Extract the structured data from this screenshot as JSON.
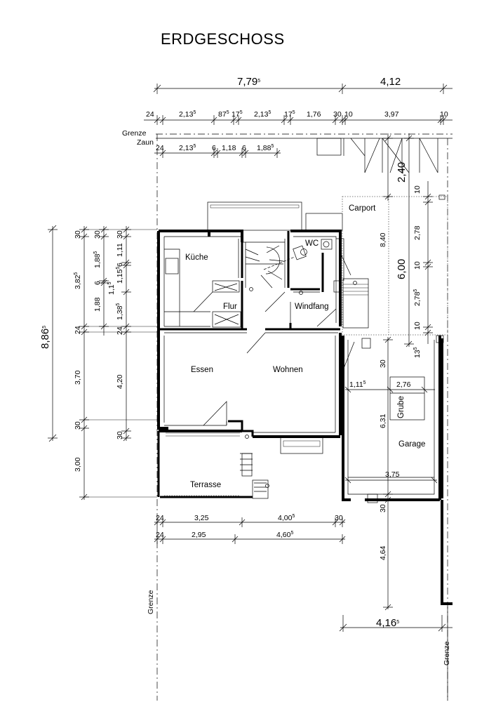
{
  "title": "ERDGESCHOSS",
  "rooms": {
    "kueche": "Küche",
    "flur": "Flur",
    "wc": "WC",
    "windfang": "Windfang",
    "essen": "Essen",
    "wohnen": "Wohnen",
    "terrasse": "Terrasse",
    "carport": "Carport",
    "garage": "Garage",
    "grube": "Grube"
  },
  "boundary": {
    "grenze": "Grenze",
    "zaun": "Zaun",
    "grenze_left": "Grenze",
    "grenze_right": "Grenze"
  },
  "dims_top_overall": {
    "left": {
      "main": "7,79",
      "sup": "5"
    },
    "right": {
      "main": "4,12",
      "sup": ""
    }
  },
  "dims_top_row1": [
    {
      "main": "24",
      "sup": ""
    },
    {
      "main": "2,13",
      "sup": "5"
    },
    {
      "main": "87",
      "sup": "5"
    },
    {
      "main": "17",
      "sup": "5"
    },
    {
      "main": "2,13",
      "sup": "5"
    },
    {
      "main": "17",
      "sup": "5"
    },
    {
      "main": "1,76",
      "sup": ""
    },
    {
      "main": "30",
      "sup": ""
    },
    {
      "main": "10",
      "sup": ""
    },
    {
      "main": "3,97",
      "sup": ""
    },
    {
      "main": "10",
      "sup": ""
    }
  ],
  "dims_top_row2": [
    {
      "main": "24",
      "sup": ""
    },
    {
      "main": "2,13",
      "sup": "5"
    },
    {
      "main": "6",
      "sup": ""
    },
    {
      "main": "1,18",
      "sup": ""
    },
    {
      "main": "6",
      "sup": ""
    },
    {
      "main": "1,88",
      "sup": "5"
    }
  ],
  "dims_left_overall": {
    "main": "8,86",
    "sup": "5"
  },
  "dims_left_col1": [
    {
      "main": "30",
      "sup": ""
    },
    {
      "main": "3,82",
      "sup": "5"
    },
    {
      "main": "24",
      "sup": ""
    },
    {
      "main": "3,70",
      "sup": ""
    },
    {
      "main": "30",
      "sup": ""
    },
    {
      "main": "3,00",
      "sup": ""
    }
  ],
  "dims_left_col2": [
    {
      "main": "30",
      "sup": ""
    },
    {
      "main": "1,88",
      "sup": "5"
    },
    {
      "main": "6",
      "sup": ""
    },
    {
      "main": "1,88",
      "sup": ""
    }
  ],
  "dims_left_col3": [
    {
      "main": "30",
      "sup": ""
    },
    {
      "main": "1,11",
      "sup": ""
    },
    {
      "main": "6",
      "sup": ""
    },
    {
      "main": "1,15",
      "sup": "5"
    },
    {
      "main": "1,1",
      "sup": "5"
    },
    {
      "main": "1,38",
      "sup": "5"
    },
    {
      "main": "24",
      "sup": ""
    },
    {
      "main": "4,20",
      "sup": ""
    },
    {
      "main": "30",
      "sup": ""
    }
  ],
  "dims_carport": [
    {
      "main": "2,40",
      "sup": ""
    },
    {
      "main": "8,40",
      "sup": ""
    },
    {
      "main": "10",
      "sup": ""
    },
    {
      "main": "2,78",
      "sup": ""
    },
    {
      "main": "10",
      "sup": ""
    },
    {
      "main": "2,78",
      "sup": "5"
    },
    {
      "main": "10",
      "sup": ""
    },
    {
      "main": "13",
      "sup": "5"
    },
    {
      "main": "6,00",
      "sup": ""
    }
  ],
  "dims_garage": [
    {
      "main": "30",
      "sup": ""
    },
    {
      "main": "1,11",
      "sup": "5"
    },
    {
      "main": "2,76",
      "sup": ""
    },
    {
      "main": "6,31",
      "sup": ""
    },
    {
      "main": "3,75",
      "sup": ""
    },
    {
      "main": "30",
      "sup": ""
    },
    {
      "main": "4,64",
      "sup": ""
    }
  ],
  "dims_bottom_row1": [
    {
      "main": "24",
      "sup": ""
    },
    {
      "main": "3,25",
      "sup": ""
    },
    {
      "main": "4,00",
      "sup": "5"
    },
    {
      "main": "30",
      "sup": ""
    }
  ],
  "dims_bottom_row2": [
    {
      "main": "24",
      "sup": ""
    },
    {
      "main": "2,95",
      "sup": ""
    },
    {
      "main": "4,60",
      "sup": "5"
    }
  ],
  "dims_bottom_right": {
    "main": "4,16",
    "sup": "5"
  }
}
